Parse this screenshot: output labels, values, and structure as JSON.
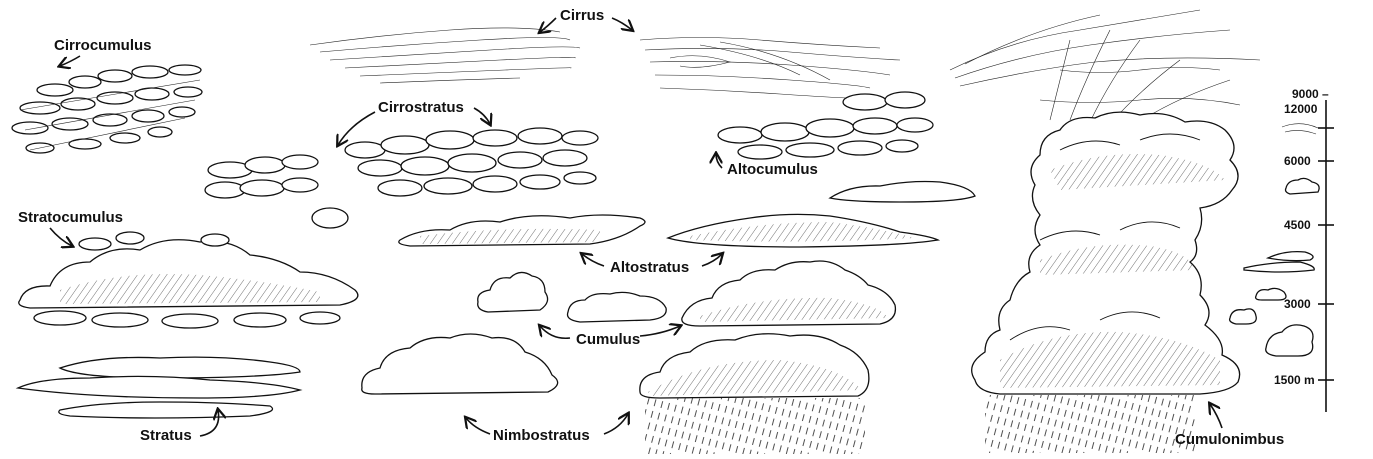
{
  "labels": {
    "cirrocumulus": "Cirrocumulus",
    "cirrus": "Cirrus",
    "cirrostratus": "Cirrostratus",
    "altocumulus": "Altocumulus",
    "stratocumulus": "Stratocumulus",
    "altostratus": "Altostratus",
    "cumulus": "Cumulus",
    "stratus": "Stratus",
    "nimbostratus": "Nimbostratus",
    "cumulonimbus": "Cumulonimbus"
  },
  "altitude_scale": {
    "ticks": [
      "9000 –",
      "12000",
      "6000",
      "4500",
      "3000",
      "1500 m"
    ]
  }
}
